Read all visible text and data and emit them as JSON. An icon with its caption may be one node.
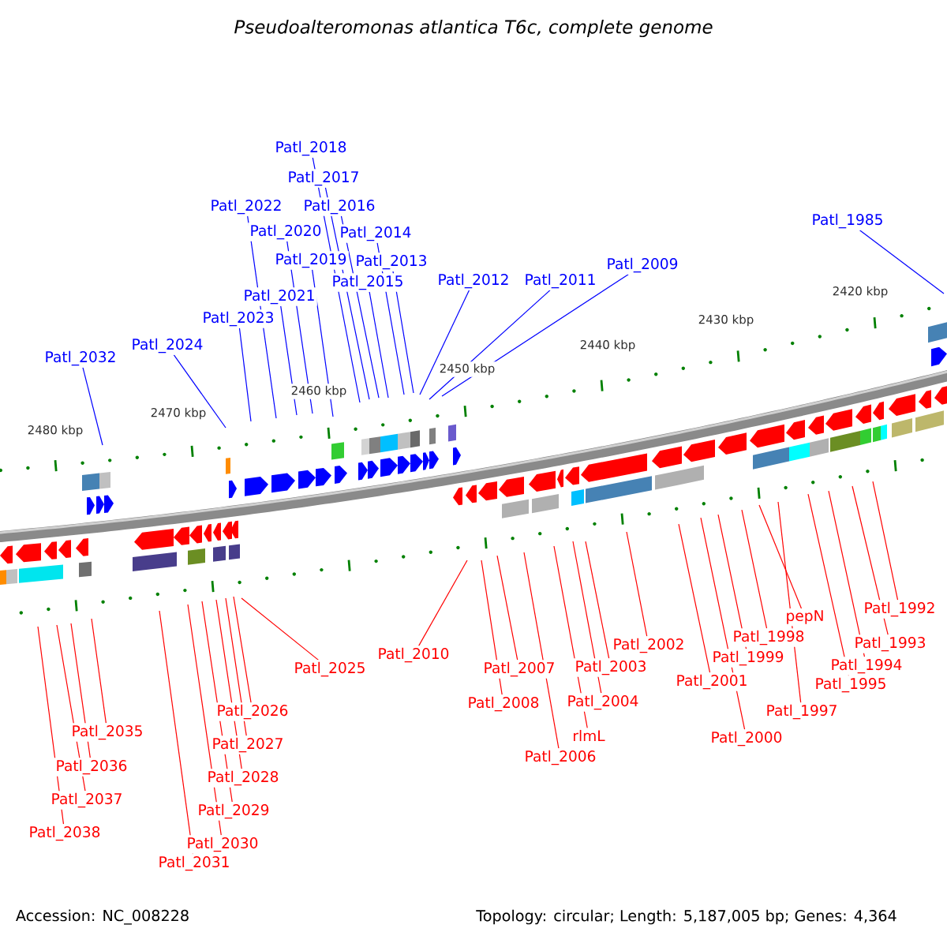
{
  "diagram": {
    "title": "Pseudoalteromonas atlantica T6c, complete genome",
    "nodes": [
      {
        "text": [
          "Patl_2018"
        ]
      },
      {
        "text": [
          "Patl_2017"
        ]
      },
      {
        "text": [
          "Patl_2022"
        ]
      },
      {
        "text": [
          "Patl_2016"
        ]
      },
      {
        "text": [
          "Patl_2020"
        ]
      },
      {
        "text": [
          "Patl_2014"
        ]
      },
      {
        "text": [
          "Patl_2019"
        ]
      },
      {
        "text": [
          "Patl_2013"
        ]
      },
      {
        "text": [
          "Patl_2015"
        ]
      },
      {
        "text": [
          "Patl_2021"
        ]
      },
      {
        "text": [
          "Patl_2023"
        ]
      },
      {
        "text": [
          "Patl_2024"
        ]
      },
      {
        "text": [
          "Patl_2032"
        ]
      },
      {
        "text": [
          "Patl_2012"
        ]
      },
      {
        "text": [
          "Patl_2011"
        ]
      },
      {
        "text": [
          "Patl_2009"
        ]
      },
      {
        "text": [
          "Patl_1985"
        ]
      },
      {
        "text": [
          "Patl_2025"
        ]
      },
      {
        "text": [
          "Patl_2010"
        ]
      },
      {
        "text": [
          "Patl_2026"
        ]
      },
      {
        "text": [
          "Patl_2027"
        ]
      },
      {
        "text": [
          "Patl_2028"
        ]
      },
      {
        "text": [
          "Patl_2029"
        ]
      },
      {
        "text": [
          "Patl_2030"
        ]
      },
      {
        "text": [
          "Patl_2031"
        ]
      },
      {
        "text": [
          "Patl_2035"
        ]
      },
      {
        "text": [
          "Patl_2036"
        ]
      },
      {
        "text": [
          "Patl_2037"
        ]
      },
      {
        "text": [
          "Patl_2038"
        ]
      },
      {
        "text": [
          "Patl_1992"
        ]
      },
      {
        "text": [
          "pepN"
        ]
      },
      {
        "text": [
          "Patl_1993"
        ]
      },
      {
        "text": [
          "Patl_1998"
        ]
      },
      {
        "text": [
          "Patl_2002"
        ]
      },
      {
        "text": [
          "Patl_1999"
        ]
      },
      {
        "text": [
          "Patl_1994"
        ]
      },
      {
        "text": [
          "Patl_2007"
        ]
      },
      {
        "text": [
          "Patl_2003"
        ]
      },
      {
        "text": [
          "Patl_2001"
        ]
      },
      {
        "text": [
          "Patl_1995"
        ]
      },
      {
        "text": [
          "Patl_2008"
        ]
      },
      {
        "text": [
          "Patl_2004"
        ]
      },
      {
        "text": [
          "Patl_1997"
        ]
      },
      {
        "text": [
          "rlmL"
        ]
      },
      {
        "text": [
          "Patl_2000"
        ]
      },
      {
        "text": [
          "Patl_2006"
        ]
      }
    ],
    "edges": [
      {
        "from": 0,
        "to": null,
        "arrow": "none",
        "color": "#0000ff"
      },
      {
        "from": 1,
        "to": null,
        "arrow": "none",
        "color": "#0000ff"
      },
      {
        "from": 2,
        "to": null,
        "arrow": "none",
        "color": "#0000ff"
      },
      {
        "from": 3,
        "to": null,
        "arrow": "none",
        "color": "#0000ff"
      },
      {
        "from": 4,
        "to": null,
        "arrow": "none",
        "color": "#0000ff"
      },
      {
        "from": 5,
        "to": null,
        "arrow": "none",
        "color": "#0000ff"
      },
      {
        "from": 6,
        "to": null,
        "arrow": "none",
        "color": "#0000ff"
      },
      {
        "from": 7,
        "to": null,
        "arrow": "none",
        "color": "#0000ff"
      },
      {
        "from": 8,
        "to": null,
        "arrow": "none",
        "color": "#0000ff"
      },
      {
        "from": 9,
        "to": null,
        "arrow": "none",
        "color": "#0000ff"
      },
      {
        "from": 10,
        "to": null,
        "arrow": "none",
        "color": "#0000ff"
      },
      {
        "from": 11,
        "to": null,
        "arrow": "none",
        "color": "#0000ff"
      },
      {
        "from": 12,
        "to": null,
        "arrow": "none",
        "color": "#0000ff"
      },
      {
        "from": 13,
        "to": null,
        "arrow": "none",
        "color": "#0000ff"
      },
      {
        "from": 14,
        "to": null,
        "arrow": "none",
        "color": "#0000ff"
      },
      {
        "from": 15,
        "to": null,
        "arrow": "none",
        "color": "#0000ff"
      },
      {
        "from": 16,
        "to": null,
        "arrow": "none",
        "color": "#0000ff"
      },
      {
        "from": 17,
        "to": null,
        "arrow": "none"
      },
      {
        "from": 18,
        "to": null,
        "arrow": "none"
      },
      {
        "from": 19,
        "to": null,
        "arrow": "none"
      },
      {
        "from": 20,
        "to": null,
        "arrow": "none"
      },
      {
        "from": 21,
        "to": null,
        "arrow": "none"
      },
      {
        "from": 22,
        "to": null,
        "arrow": "none"
      },
      {
        "from": 23,
        "to": null,
        "arrow": "none"
      },
      {
        "from": 24,
        "to": null,
        "arrow": "none"
      },
      {
        "from": 25,
        "to": null,
        "arrow": "none"
      },
      {
        "from": 26,
        "to": null,
        "arrow": "none"
      },
      {
        "from": 27,
        "to": null,
        "arrow": "none"
      },
      {
        "from": 28,
        "to": null,
        "arrow": "none"
      },
      {
        "from": 29,
        "to": null,
        "arrow": "none"
      },
      {
        "from": 30,
        "to": null,
        "arrow": "none"
      },
      {
        "from": 31,
        "to": null,
        "arrow": "none"
      },
      {
        "from": 32,
        "to": null,
        "arrow": "none"
      },
      {
        "from": 33,
        "to": null,
        "arrow": "none"
      },
      {
        "from": 34,
        "to": null,
        "arrow": "none"
      },
      {
        "from": 35,
        "to": null,
        "arrow": "none"
      },
      {
        "from": 36,
        "to": null,
        "arrow": "none"
      },
      {
        "from": 37,
        "to": null,
        "arrow": "none"
      },
      {
        "from": 38,
        "to": null,
        "arrow": "none"
      },
      {
        "from": 39,
        "to": null,
        "arrow": "none"
      },
      {
        "from": 40,
        "to": null,
        "arrow": "none"
      },
      {
        "from": 41,
        "to": null,
        "arrow": "none"
      },
      {
        "from": 42,
        "to": null,
        "arrow": "none"
      },
      {
        "from": 43,
        "to": null,
        "arrow": "none"
      },
      {
        "from": 44,
        "to": null,
        "arrow": "none"
      },
      {
        "from": 45,
        "to": null,
        "arrow": "none"
      }
    ],
    "labels": [
      "2420 kbp",
      "2430 kbp",
      "2440 kbp",
      "2450 kbp",
      "2460 kbp",
      "2470 kbp",
      "2480 kbp",
      "Accession: NC_008228",
      "Topology: circular; Length: 5,187,005 bp; Genes: 4,364"
    ]
  }
}
